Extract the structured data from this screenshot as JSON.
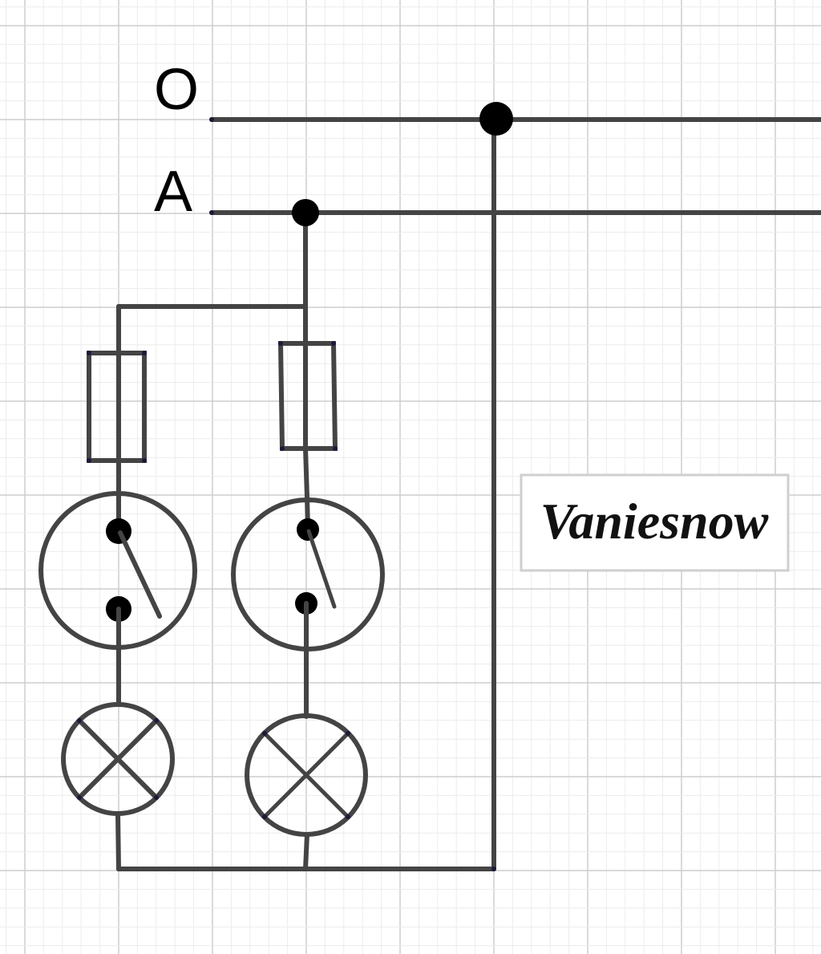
{
  "diagram": {
    "rail_top_label": "O",
    "rail_bottom_label": "A",
    "watermark": "Vaniesnow"
  }
}
